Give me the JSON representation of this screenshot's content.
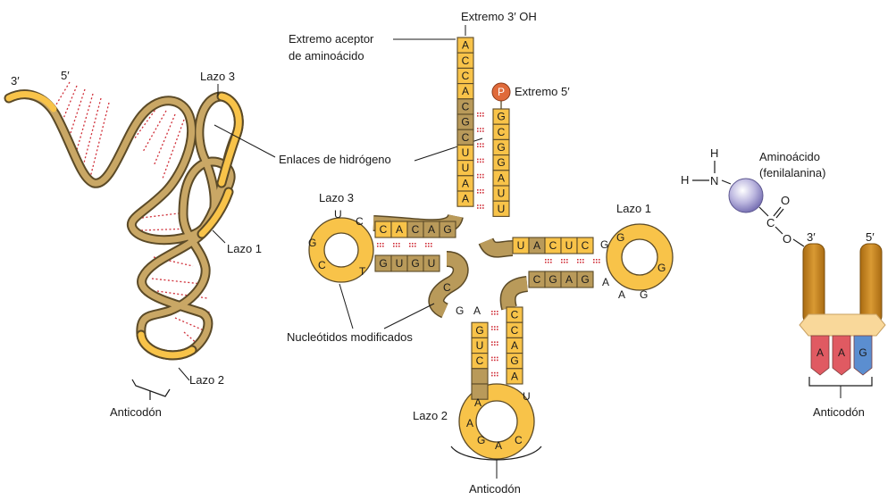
{
  "left": {
    "end3": "3′",
    "end5": "5′",
    "loop3": "Lazo 3",
    "loop1": "Lazo 1",
    "loop2": "Lazo 2",
    "hbonds": "Enlaces de hidrógeno",
    "anticodon": "Anticodón"
  },
  "center": {
    "extremo3": "Extremo 3′ OH",
    "acceptor_line1": "Extremo aceptor",
    "acceptor_line2": "de aminoácido",
    "phosphate": "P",
    "extremo5": "Extremo 5′",
    "loop3": "Lazo 3",
    "loop1": "Lazo 1",
    "loop2": "Lazo 2",
    "modified": "Nucleótidos modificados",
    "anticodon": "Anticodón",
    "acceptor_3prime_strand": [
      "A",
      "C",
      "C",
      "A",
      "C",
      "G",
      "C",
      "U",
      "U",
      "A",
      "A"
    ],
    "acceptor_5prime_strand": [
      "G",
      "C",
      "G",
      "G",
      "A",
      "U",
      "U"
    ],
    "d_arm_top": [
      "C",
      "A",
      "C",
      "A",
      "G"
    ],
    "d_arm_bottom": [
      "G",
      "U",
      "G",
      "U"
    ],
    "d_loop": [
      "U",
      "C",
      "G",
      "C",
      "T"
    ],
    "t_arm_top": [
      "U",
      "A",
      "C",
      "U",
      "C"
    ],
    "t_arm_bottom": [
      "C",
      "G",
      "A",
      "G"
    ],
    "t_loop": [
      "G",
      "G",
      "G",
      "G",
      "A",
      "A"
    ],
    "variable": [
      "C",
      "G",
      "A"
    ],
    "ac_left": [
      "G",
      "U",
      "C"
    ],
    "ac_right": [
      "C",
      "C",
      "A",
      "G",
      "A"
    ],
    "ac_loop": [
      "A",
      "A",
      "G",
      "A",
      "C",
      "U"
    ]
  },
  "right": {
    "h_top": "H",
    "h_left": "H",
    "n": "N",
    "c": "C",
    "o_top": "O",
    "o_link": "O",
    "aa_line1": "Aminoácido",
    "aa_line2": "(fenilalanina)",
    "end3": "3′",
    "end5": "5′",
    "bases": [
      "A",
      "A",
      "G"
    ],
    "anticodon": "Anticodón"
  },
  "colors": {
    "strand_dark": "#b99a5a",
    "strand_light": "#f8c349",
    "outline": "#5b4a27",
    "hbond": "#d0303a",
    "phosphate": "#e06a3a",
    "amino_sphere": "#b8b4dc",
    "arm": "#c8861f",
    "red_base": "#e05a62",
    "blue_base": "#5b8ed0",
    "hinge": "#f9d89a"
  }
}
